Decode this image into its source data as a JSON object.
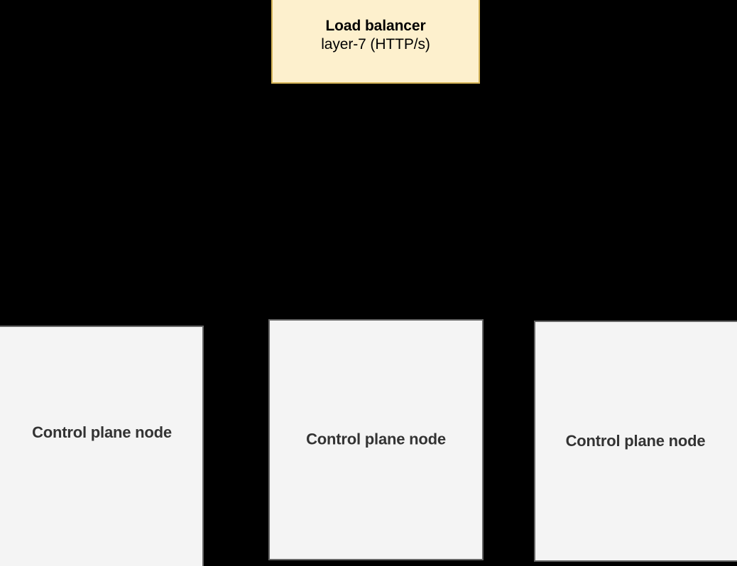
{
  "diagram": {
    "background_color": "#000000",
    "load_balancer": {
      "title": "Load balancer",
      "subtitle": "layer-7 (HTTP/s)",
      "fill_color": "#fdf0cd",
      "border_color": "#d5b456"
    },
    "control_plane_nodes": [
      {
        "label": "Control plane node",
        "fill_color": "#f4f4f4",
        "border_color": "#666666"
      },
      {
        "label": "Control plane node",
        "fill_color": "#f4f4f4",
        "border_color": "#666666"
      },
      {
        "label": "Control plane node",
        "fill_color": "#f4f4f4",
        "border_color": "#666666"
      }
    ]
  }
}
